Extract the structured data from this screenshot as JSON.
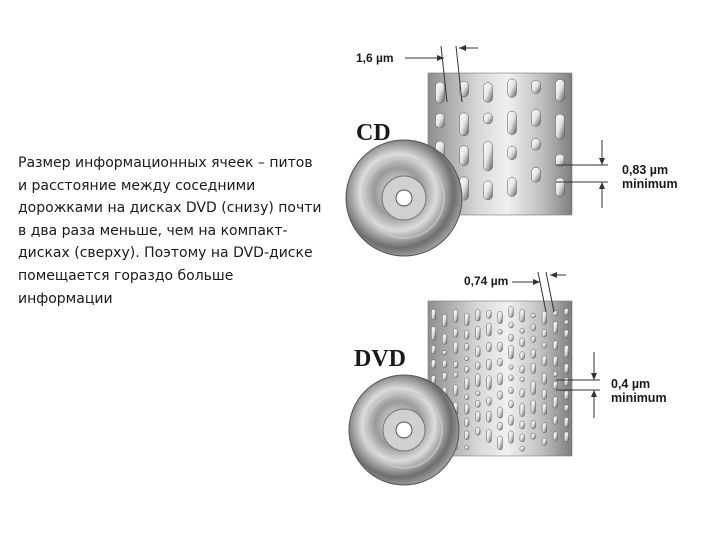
{
  "caption": "Размер информационных ячеек – питов и расстояние между соседними дорожками на дисках DVD (снизу) почти в два раза меньше, чем на компакт-дисках (сверху). Поэтому на DVD-диске помещается гораздо больше информации",
  "cd": {
    "title": "CD",
    "pit_width": "1,6 µm",
    "track_pitch_line1": "0,83 µm",
    "track_pitch_line2": "minimum"
  },
  "dvd": {
    "title": "DVD",
    "pit_width": "0,74 µm",
    "track_pitch_line1": "0,4 µm",
    "track_pitch_line2": "minimum"
  },
  "colors": {
    "text": "#1a1a1a",
    "line": "#333333"
  }
}
